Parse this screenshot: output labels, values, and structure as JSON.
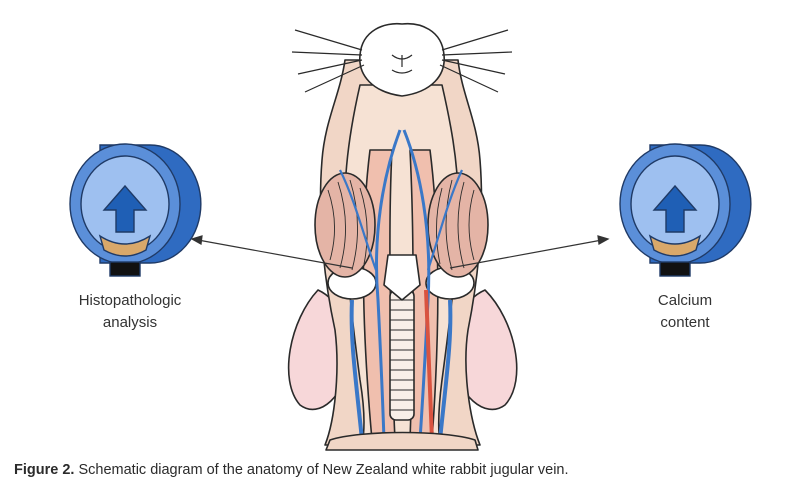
{
  "left_label": {
    "line1": "Histopathologic",
    "line2": "analysis"
  },
  "right_label": {
    "line1": "Calcium",
    "line2": "content"
  },
  "caption": {
    "prefix": "Figure 2.",
    "text": "Schematic diagram of the anatomy of New Zealand white rabbit jugular vein."
  },
  "colors": {
    "vessel_blue": "#5b8fd9",
    "vein_stroke": "#3a78c8",
    "arrow_blue": "#1f5fb5",
    "tissue_tan": "#d9a86a",
    "skin_pink": "#f4cfc6",
    "ear_pink": "#f7d7d9",
    "artery_red": "#d9533f",
    "outline": "#2a2a2a"
  }
}
